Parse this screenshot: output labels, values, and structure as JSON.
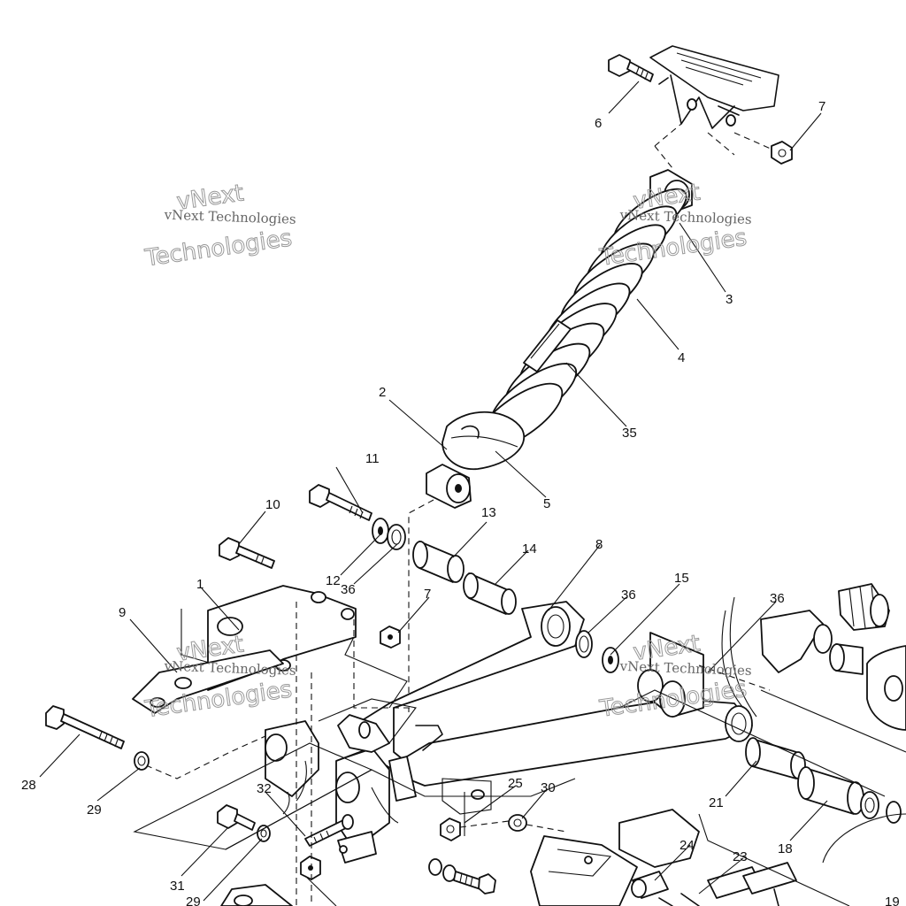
{
  "watermarks": [
    {
      "line1": "vNext",
      "line2": "vNext Technologies",
      "line3": "Technologies"
    },
    {
      "line1": "vNext",
      "line2": "vNext Technologies",
      "line3": "Technologies"
    },
    {
      "line1": "vNext",
      "line2": "vNext Technologies",
      "line3": "Technologies"
    }
  ],
  "callouts": {
    "c1": "1",
    "c2": "2",
    "c3": "3",
    "c4": "4",
    "c5": "5",
    "c6": "6",
    "c7a": "7",
    "c7b": "7",
    "c8": "8",
    "c9": "9",
    "c10": "10",
    "c11": "11",
    "c12": "12",
    "c13": "13",
    "c14": "14",
    "c15": "15",
    "c18": "18",
    "c19": "19",
    "c21": "21",
    "c23": "23",
    "c24": "24",
    "c25": "25",
    "c28": "28",
    "c29a": "29",
    "c29b": "29",
    "c30": "30",
    "c31": "31",
    "c32": "32",
    "c35": "35",
    "c36a": "36",
    "c36b": "36",
    "c36c": "36"
  }
}
